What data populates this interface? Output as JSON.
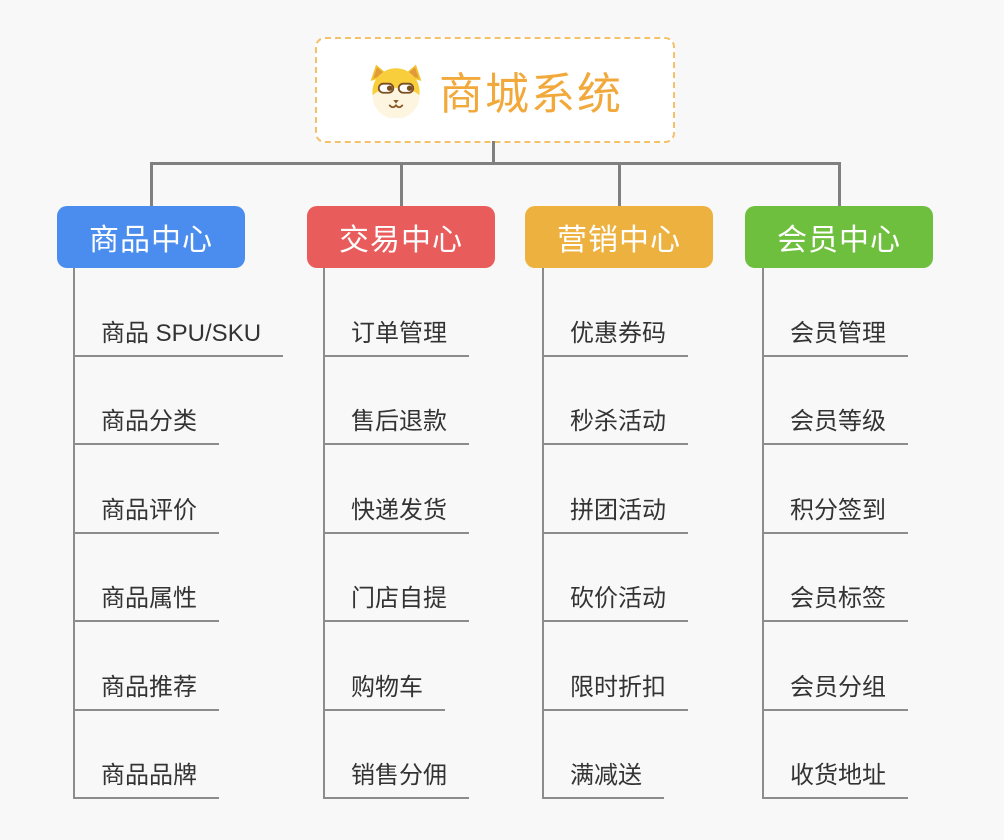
{
  "root": {
    "title": "商城系统",
    "icon": "dog-face-icon"
  },
  "branches": [
    {
      "label": "商品中心",
      "color": "#4a8dee",
      "items": [
        "商品 SPU/SKU",
        "商品分类",
        "商品评价",
        "商品属性",
        "商品推荐",
        "商品品牌"
      ]
    },
    {
      "label": "交易中心",
      "color": "#e85c5c",
      "items": [
        "订单管理",
        "售后退款",
        "快递发货",
        "门店自提",
        "购物车",
        "销售分佣"
      ]
    },
    {
      "label": "营销中心",
      "color": "#edb13f",
      "items": [
        "优惠券码",
        "秒杀活动",
        "拼团活动",
        "砍价活动",
        "限时折扣",
        "满减送"
      ]
    },
    {
      "label": "会员中心",
      "color": "#6fbf3e",
      "items": [
        "会员管理",
        "会员等级",
        "积分签到",
        "会员标签",
        "会员分组",
        "收货地址"
      ]
    }
  ],
  "colors": {
    "background": "#f8f8f8",
    "root_text": "#f2a93b",
    "root_border": "#f5c06a",
    "connector_line": "#808080",
    "leaf_line": "#8c8c8c",
    "leaf_text": "#333333",
    "branch_text": "#ffffff"
  }
}
